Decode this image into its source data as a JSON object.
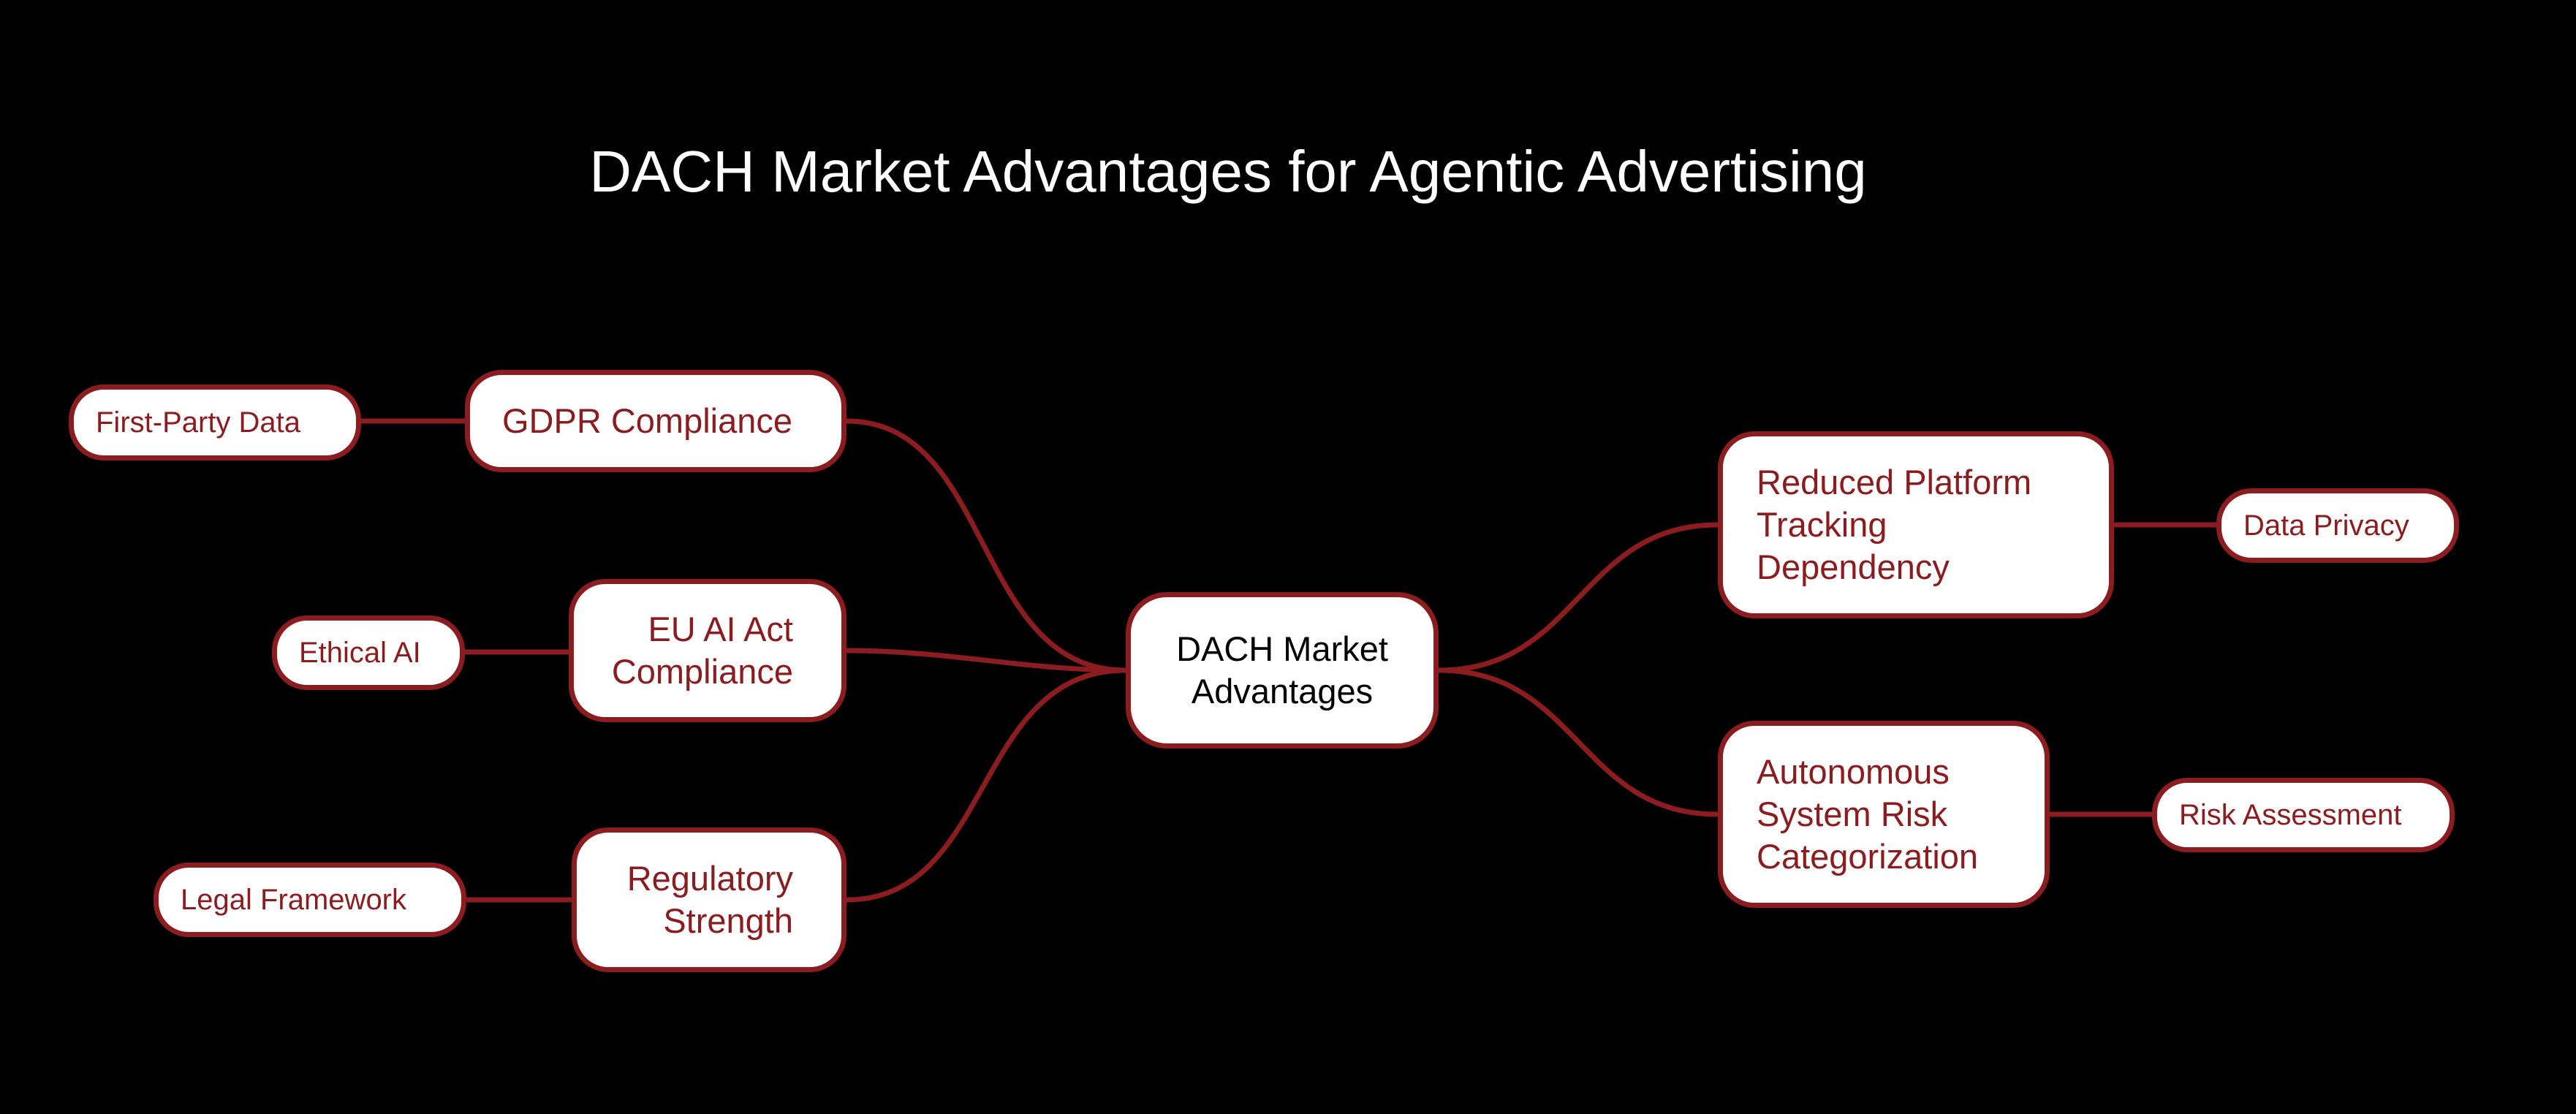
{
  "title": "DACH Market Advantages for Agentic Advertising",
  "colors": {
    "background": "#000000",
    "accent": "#8b1c1f",
    "node_fill": "#ffffff",
    "title_text": "#ffffff",
    "center_text": "#000000"
  },
  "center": {
    "lines": [
      "DACH Market",
      "Advantages"
    ]
  },
  "left_branches": [
    {
      "lines": [
        "GDPR Compliance"
      ],
      "leaf": "First-Party Data"
    },
    {
      "lines": [
        "EU AI Act",
        "Compliance"
      ],
      "leaf": "Ethical AI"
    },
    {
      "lines": [
        "Regulatory",
        "Strength"
      ],
      "leaf": "Legal Framework"
    }
  ],
  "right_branches": [
    {
      "lines": [
        "Reduced Platform",
        "Tracking",
        "Dependency"
      ],
      "leaf": "Data Privacy"
    },
    {
      "lines": [
        "Autonomous",
        "System Risk",
        "Categorization"
      ],
      "leaf": "Risk Assessment"
    }
  ]
}
